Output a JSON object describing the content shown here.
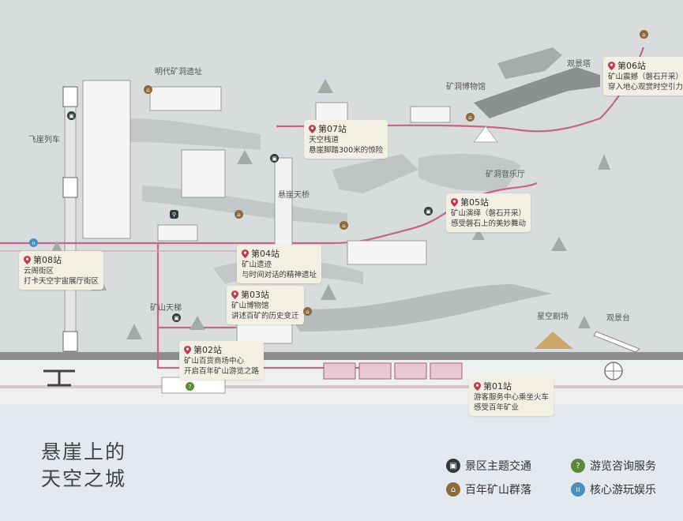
{
  "title": {
    "line1": "悬崖上的",
    "line2": "天空之城"
  },
  "places": {
    "ming_ruins": "明代矿洞遗址",
    "feilai_train": "飞崖列车",
    "mine_museum": "矿洞博物馆",
    "sky_bridge": "悬崖天桥",
    "mine_concert": "矿洞音乐厅",
    "mine_stairs": "矿山天梯",
    "star_platform": "星空剧场",
    "viewing_deck": "观景台",
    "glass_house": "观景塔"
  },
  "stops": [
    {
      "num": "第07站",
      "desc": [
        "天空栈道",
        "悬崖脚踏300米的惊险"
      ]
    },
    {
      "num": "第06站",
      "desc": [
        "矿山震撼（磐石开采）",
        "穿入地心观赏时空引力"
      ]
    },
    {
      "num": "第05站",
      "desc": [
        "矿山演绎（磐石开采）",
        "感受磐石上的美妙舞动"
      ]
    },
    {
      "num": "第04站",
      "desc": [
        "矿山遗迹",
        "与时间对话的精神遗址"
      ]
    },
    {
      "num": "第03站",
      "desc": [
        "矿山博物馆",
        "讲述百矿的历史变迁"
      ]
    },
    {
      "num": "第08站",
      "desc": [
        "云阁街区",
        "打卡天空宇宙展厅街区"
      ]
    },
    {
      "num": "第02站",
      "desc": [
        "矿山百货商场中心",
        "开启百年矿山游览之路"
      ]
    },
    {
      "num": "第01站",
      "desc": [
        "游客服务中心乘坐火车",
        "感受百年矿业"
      ]
    }
  ],
  "legend": [
    {
      "icon": "transit-icon",
      "label": "景区主题交通",
      "color": "#2f3a3a"
    },
    {
      "icon": "info-icon",
      "label": "游览咨询服务",
      "color": "#5c8a3a"
    },
    {
      "icon": "mine-icon",
      "label": "百年矿山群落",
      "color": "#8b6a3e"
    },
    {
      "icon": "fun-icon",
      "label": "核心游玩娱乐",
      "color": "#4a8fc0"
    }
  ],
  "colors": {
    "background": "#d9dcdc",
    "route": "#c3668a",
    "water": "#e3e9ee",
    "rail": "#8e8e8e",
    "tree": "#a2aba6"
  }
}
